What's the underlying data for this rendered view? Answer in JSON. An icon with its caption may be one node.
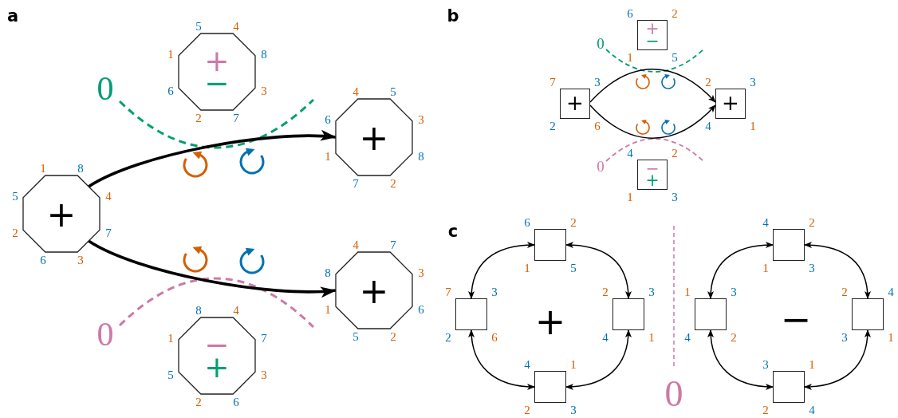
{
  "diagram": {
    "nodes": [
      {
        "text": [
          "+"
        ],
        "beside": [
          "1",
          "8",
          "5",
          "4",
          "2",
          "7",
          "6",
          "3"
        ]
      },
      {
        "text": [
          "+",
          "−"
        ],
        "beside": [
          "5",
          "4",
          "1",
          "8",
          "6",
          "3",
          "2",
          "7"
        ]
      },
      {
        "text": [
          "+"
        ],
        "beside": [
          "4",
          "5",
          "6",
          "3",
          "1",
          "8",
          "7",
          "2"
        ]
      },
      {
        "text": [
          "−",
          "+"
        ],
        "beside": [
          "8",
          "4",
          "1",
          "7",
          "5",
          "3",
          "2",
          "6"
        ]
      },
      {
        "text": [
          "+"
        ],
        "beside": [
          "4",
          "7",
          "8",
          "3",
          "1",
          "6",
          "5",
          "2"
        ]
      },
      {
        "text": [
          "+"
        ],
        "beside": [
          "7",
          "3",
          "2",
          "6"
        ]
      },
      {
        "text": [
          "+",
          "−"
        ],
        "beside": [
          "6",
          "2",
          "1",
          "5"
        ]
      },
      {
        "text": [
          "+"
        ],
        "beside": [
          "2",
          "3",
          "4",
          "1"
        ]
      },
      {
        "text": [
          "−",
          "+"
        ],
        "beside": [
          "4",
          "2",
          "1",
          "3"
        ]
      },
      {
        "text": [],
        "shape": "box",
        "beside": [
          "6",
          "2",
          "1",
          "5"
        ]
      },
      {
        "text": [],
        "shape": "box",
        "beside": [
          "7",
          "3",
          "2",
          "6"
        ]
      },
      {
        "text": [],
        "shape": "box",
        "beside": [
          "2",
          "3",
          "4",
          "1"
        ]
      },
      {
        "text": [],
        "shape": "box",
        "beside": [
          "4",
          "1",
          "2",
          "3"
        ]
      },
      {
        "text": [],
        "shape": "box",
        "beside": [
          "4",
          "2",
          "1",
          "3"
        ]
      },
      {
        "text": [],
        "shape": "box",
        "beside": [
          "1",
          "3",
          "4",
          "2"
        ]
      },
      {
        "text": [],
        "shape": "box",
        "beside": [
          "2",
          "4",
          "3",
          "1"
        ]
      },
      {
        "text": [],
        "shape": "box",
        "beside": [
          "3",
          "1",
          "2",
          "4"
        ]
      }
    ],
    "edges": [
      {
        "from": 0,
        "to": 2,
        "arrow": "to",
        "style": "thick"
      },
      {
        "from": 0,
        "to": 4,
        "arrow": "to",
        "style": "thick"
      },
      {
        "from": 5,
        "to": 7,
        "arrow": "to"
      },
      {
        "from": 5,
        "to": 7,
        "arrow": "to"
      },
      {
        "from": 9,
        "to": 10,
        "arrow": "both"
      },
      {
        "from": 9,
        "to": 11,
        "arrow": "both"
      },
      {
        "from": 10,
        "to": 12,
        "arrow": "both"
      },
      {
        "from": 11,
        "to": 12,
        "arrow": "both"
      },
      {
        "from": 13,
        "to": 14,
        "arrow": "both"
      },
      {
        "from": 13,
        "to": 15,
        "arrow": "both"
      },
      {
        "from": 14,
        "to": 16,
        "arrow": "both"
      },
      {
        "from": 15,
        "to": 16,
        "arrow": "both"
      }
    ],
    "labels": [
      "a",
      "b",
      "0",
      "0",
      "0",
      "c",
      "+",
      "−",
      "0",
      "0"
    ]
  }
}
